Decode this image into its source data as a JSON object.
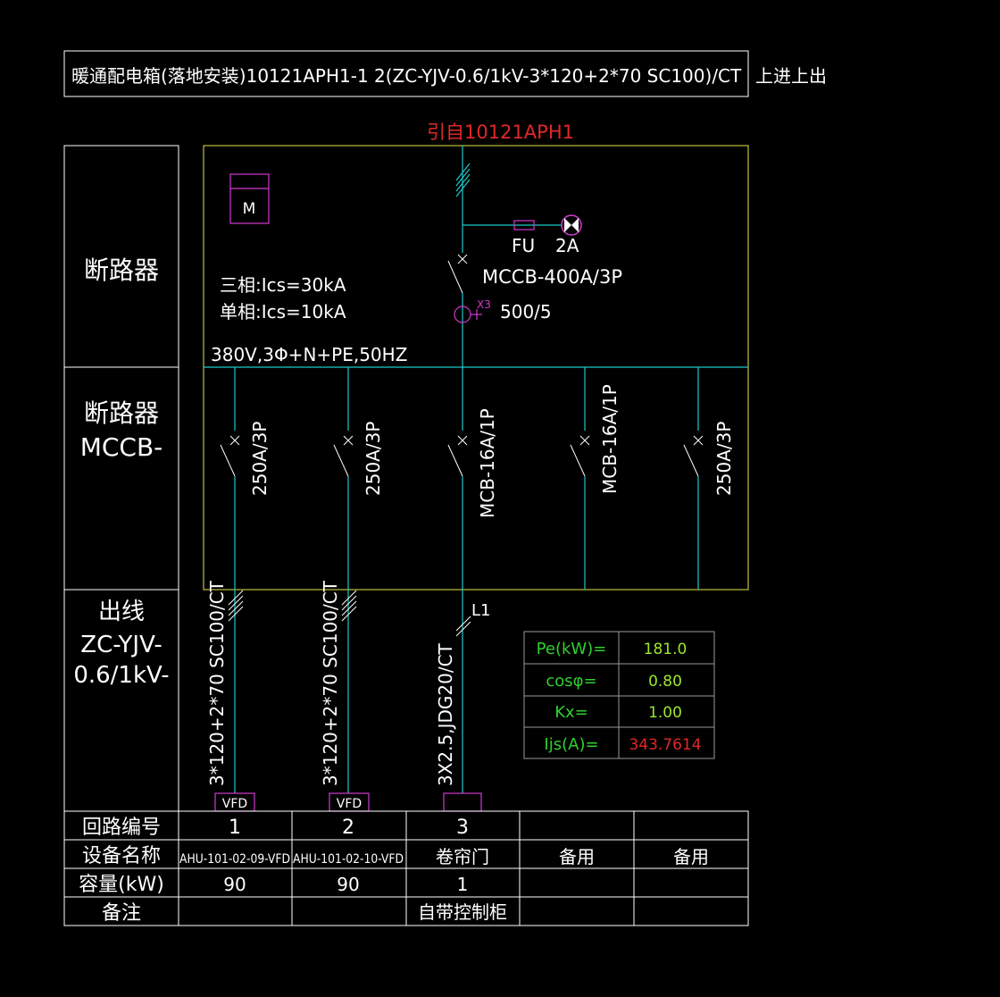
{
  "title_box": {
    "text": "暖通配电箱(落地安装)10121APH1-1   2(ZC-YJV-0.6/1kV-3*120+2*70  SC100)/CT",
    "suffix": "上进上出"
  },
  "source": "引自10121APH1",
  "left_labels": {
    "breaker_main": "断路器",
    "breaker_branch_1": "断路器",
    "breaker_branch_2": "MCCB-",
    "outgoing_1": "出线",
    "outgoing_2": "ZC-YJV-",
    "outgoing_3": "0.6/1kV-"
  },
  "meter_label": "M",
  "icu": {
    "three_phase": "三相:Ics=30kA",
    "single_phase": "单相:Ics=10kA"
  },
  "fuse": {
    "label": "FU",
    "rating": "2A"
  },
  "main_breaker": "MCCB-400A/3P",
  "ct": {
    "tag": "X3",
    "ratio": "500/5"
  },
  "bus_label": "380V,3Φ+N+PE,50HZ",
  "branches": [
    {
      "breaker": "250A/3P",
      "cable": "3*120+2*70  SC100/CT",
      "device_box": "VFD"
    },
    {
      "breaker": "250A/3P",
      "cable": "3*120+2*70  SC100/CT",
      "device_box": "VFD"
    },
    {
      "breaker": "MCB-16A/1P",
      "cable": "3X2.5,JDG20/CT",
      "device_box": "",
      "phase": "L1"
    },
    {
      "breaker": "MCB-16A/1P"
    },
    {
      "breaker": "250A/3P"
    }
  ],
  "calc_table": [
    {
      "label": "Pe(kW)=",
      "value": "181.0"
    },
    {
      "label": "cosφ=",
      "value": "0.80"
    },
    {
      "label": "Kx=",
      "value": "1.00"
    },
    {
      "label": "Ijs(A)=",
      "value": "343.7614"
    }
  ],
  "bottom_table": {
    "row_headers": [
      "回路编号",
      "设备名称",
      "容量(kW)",
      "备注"
    ],
    "columns": [
      {
        "circuit": "1",
        "device": "AHU-101-02-09-VFD",
        "capacity": "90",
        "note": ""
      },
      {
        "circuit": "2",
        "device": "AHU-101-02-10-VFD",
        "capacity": "90",
        "note": ""
      },
      {
        "circuit": "3",
        "device": "卷帘门",
        "capacity": "1",
        "note": "自带控制柜"
      },
      {
        "circuit": "",
        "device": "备用",
        "capacity": "",
        "note": ""
      },
      {
        "circuit": "",
        "device": "备用",
        "capacity": "",
        "note": ""
      }
    ]
  },
  "colors": {
    "frame": "#ffffff",
    "panel": "#e6e64a",
    "wire": "#1fc9c9",
    "device": "#d23ad2",
    "calc_label": "#2fd02f",
    "calc_value_green": "#9be62f",
    "highlight": "#e02828"
  }
}
